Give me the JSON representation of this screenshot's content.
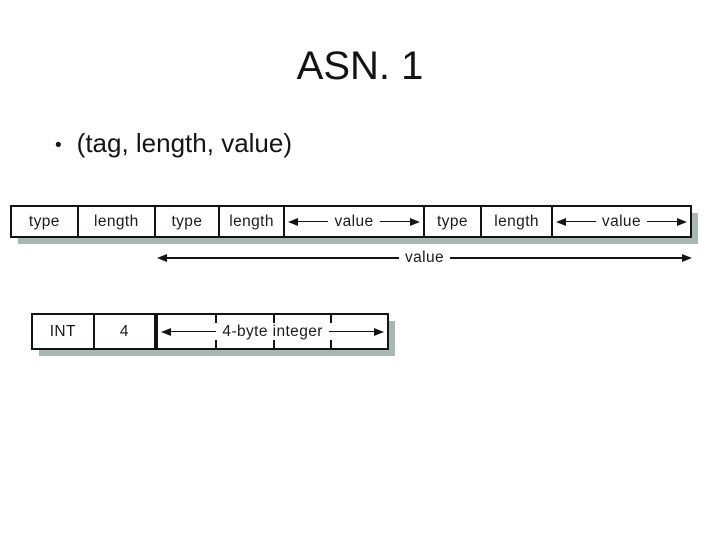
{
  "slide": {
    "title": "ASN. 1",
    "bullet": {
      "marker": "•",
      "text": "(tag, length, value)"
    }
  },
  "diagram": {
    "description": "TLV (tag-length-value) encoding figure",
    "tlv_row": {
      "cells": [
        {
          "label": "type",
          "style": "plain"
        },
        {
          "label": "length",
          "style": "plain"
        },
        {
          "label": "type",
          "style": "plain"
        },
        {
          "label": "length",
          "style": "plain"
        },
        {
          "label": "value",
          "style": "span-arrows"
        },
        {
          "label": "type",
          "style": "plain"
        },
        {
          "label": "length",
          "style": "plain"
        },
        {
          "label": "value",
          "style": "span-arrows"
        }
      ]
    },
    "outer_value_arrow": {
      "label": "value"
    },
    "int_row": {
      "cells": [
        {
          "label": "INT",
          "style": "plain"
        },
        {
          "label": "4",
          "style": "plain"
        },
        {
          "label": "4-byte integer",
          "style": "span-arrows",
          "byte_ticks": 3
        }
      ]
    },
    "colors": {
      "line": "#141414",
      "shadow": "#a8b7b1",
      "background": "#ffffff"
    }
  }
}
